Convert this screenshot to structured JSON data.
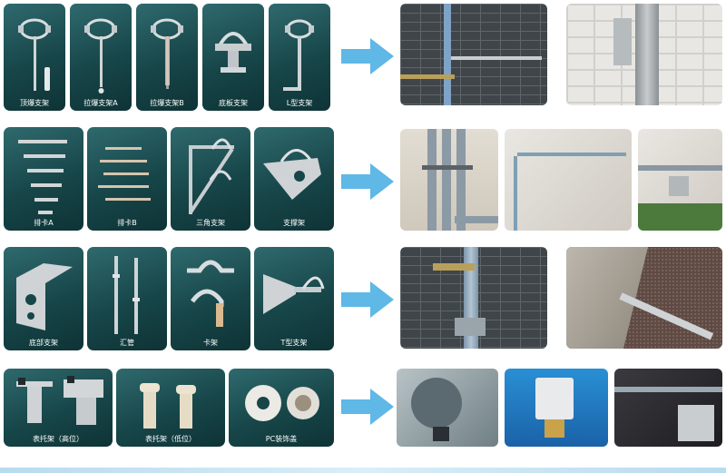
{
  "rows": [
    {
      "tiles": [
        {
          "label": "顶爆支架",
          "icon": "top-expansion-bracket-icon"
        },
        {
          "label": "拉爆支架A",
          "icon": "pull-expansion-bracket-a-icon"
        },
        {
          "label": "拉爆支架B",
          "icon": "pull-expansion-bracket-b-icon"
        },
        {
          "label": "底板支架",
          "icon": "base-plate-bracket-icon"
        },
        {
          "label": "L型支架",
          "icon": "l-bracket-icon"
        }
      ]
    },
    {
      "tiles": [
        {
          "label": "排卡A",
          "icon": "row-clamp-a-icon"
        },
        {
          "label": "排卡B",
          "icon": "row-clamp-b-icon"
        },
        {
          "label": "三角支架",
          "icon": "triangle-bracket-icon"
        },
        {
          "label": "支撑架",
          "icon": "support-frame-icon"
        }
      ]
    },
    {
      "tiles": [
        {
          "label": "底部支架",
          "icon": "bottom-bracket-icon"
        },
        {
          "label": "汇管",
          "icon": "manifold-pipe-icon"
        },
        {
          "label": "卡架",
          "icon": "clip-bracket-icon"
        },
        {
          "label": "T型支架",
          "icon": "t-bracket-icon"
        }
      ]
    },
    {
      "tiles": [
        {
          "label": "表托架（高位）",
          "icon": "meter-bracket-high-icon"
        },
        {
          "label": "表托架（低位）",
          "icon": "meter-bracket-low-icon"
        },
        {
          "label": "PC装饰盖",
          "icon": "pc-decorative-cover-icon"
        }
      ]
    }
  ],
  "colors": {
    "tile_bg": "#174649",
    "arrow": "#5fb8e6",
    "label": "#ffffff"
  }
}
